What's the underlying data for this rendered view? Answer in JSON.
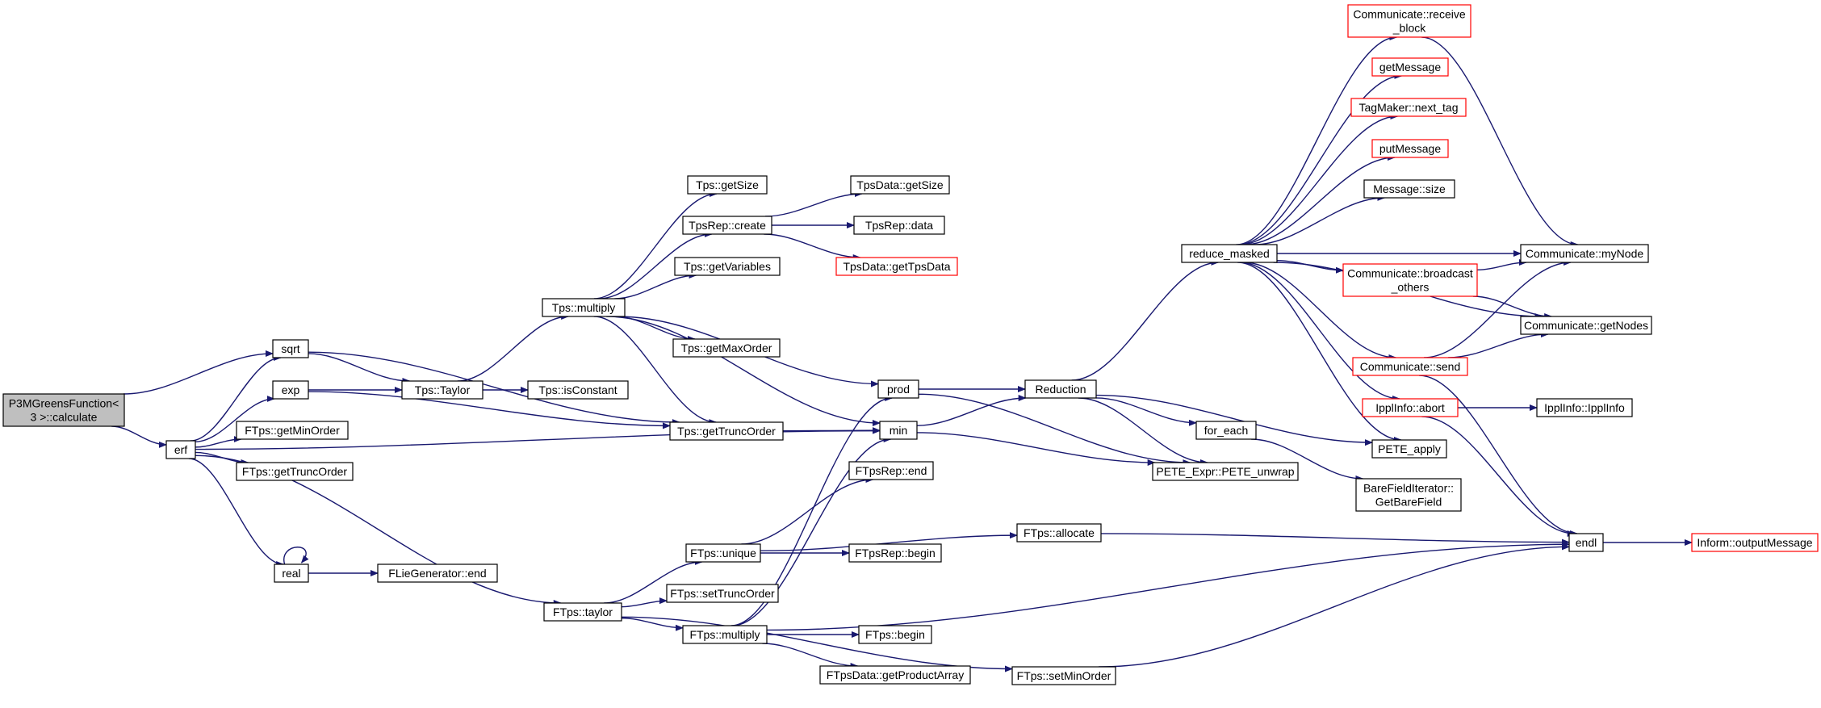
{
  "colors": {
    "edge": "#191970",
    "node_border": "#000000",
    "incomplete_border": "#ff0000",
    "root_fill": "#bfbfbf"
  },
  "nodes": [
    {
      "id": "root",
      "lines": [
        "P3MGreensFunction<",
        " 3 >::calculate"
      ],
      "style": "root"
    },
    {
      "id": "sqrt",
      "lines": [
        "sqrt"
      ]
    },
    {
      "id": "exp",
      "lines": [
        "exp"
      ]
    },
    {
      "id": "erf",
      "lines": [
        "erf"
      ]
    },
    {
      "id": "real",
      "lines": [
        "real"
      ]
    },
    {
      "id": "ftps_getMinOrder",
      "lines": [
        "FTps::getMinOrder"
      ]
    },
    {
      "id": "ftps_getTruncOrder",
      "lines": [
        "FTps::getTruncOrder"
      ]
    },
    {
      "id": "flie_end",
      "lines": [
        "FLieGenerator::end"
      ]
    },
    {
      "id": "tps_taylor",
      "lines": [
        "Tps::Taylor"
      ]
    },
    {
      "id": "tps_isConstant",
      "lines": [
        "Tps::isConstant"
      ]
    },
    {
      "id": "tps_multiply",
      "lines": [
        "Tps::multiply"
      ]
    },
    {
      "id": "tps_getSize",
      "lines": [
        "Tps::getSize"
      ]
    },
    {
      "id": "tpsrep_create",
      "lines": [
        "TpsRep::create"
      ]
    },
    {
      "id": "tps_getVariables",
      "lines": [
        "Tps::getVariables"
      ]
    },
    {
      "id": "tps_getMaxOrder",
      "lines": [
        "Tps::getMaxOrder"
      ]
    },
    {
      "id": "tps_getTruncOrder",
      "lines": [
        "Tps::getTruncOrder"
      ]
    },
    {
      "id": "tpsdata_getSize",
      "lines": [
        "TpsData::getSize"
      ]
    },
    {
      "id": "tpsrep_data",
      "lines": [
        "TpsRep::data"
      ]
    },
    {
      "id": "tpsdata_getTpsData",
      "lines": [
        "TpsData::getTpsData"
      ],
      "style": "red"
    },
    {
      "id": "ftps_taylor",
      "lines": [
        "FTps::taylor"
      ]
    },
    {
      "id": "ftps_unique",
      "lines": [
        "FTps::unique"
      ]
    },
    {
      "id": "ftps_setTruncOrder",
      "lines": [
        "FTps::setTruncOrder"
      ]
    },
    {
      "id": "ftps_multiply",
      "lines": [
        "FTps::multiply"
      ]
    },
    {
      "id": "ftpsrep_end",
      "lines": [
        "FTpsRep::end"
      ]
    },
    {
      "id": "ftpsrep_begin",
      "lines": [
        "FTpsRep::begin"
      ]
    },
    {
      "id": "ftps_begin",
      "lines": [
        "FTps::begin"
      ]
    },
    {
      "id": "ftpsdata_getProductArray",
      "lines": [
        "FTpsData::getProductArray"
      ]
    },
    {
      "id": "ftps_allocate",
      "lines": [
        "FTps::allocate"
      ]
    },
    {
      "id": "ftps_setMinOrder",
      "lines": [
        "FTps::setMinOrder"
      ]
    },
    {
      "id": "prod",
      "lines": [
        "prod"
      ]
    },
    {
      "id": "min",
      "lines": [
        "min"
      ]
    },
    {
      "id": "reduction",
      "lines": [
        "Reduction"
      ]
    },
    {
      "id": "for_each",
      "lines": [
        "for_each"
      ]
    },
    {
      "id": "pete_unwrap",
      "lines": [
        "PETE_Expr::PETE_unwrap"
      ]
    },
    {
      "id": "barefield",
      "lines": [
        "BareFieldIterator::",
        "GetBareField"
      ]
    },
    {
      "id": "reduce_masked",
      "lines": [
        "reduce_masked"
      ]
    },
    {
      "id": "comm_receive_block",
      "lines": [
        "Communicate::receive",
        "_block"
      ],
      "style": "red"
    },
    {
      "id": "getMessage",
      "lines": [
        "getMessage"
      ],
      "style": "red"
    },
    {
      "id": "tagmaker_next_tag",
      "lines": [
        "TagMaker::next_tag"
      ],
      "style": "red"
    },
    {
      "id": "putMessage",
      "lines": [
        "putMessage"
      ],
      "style": "red"
    },
    {
      "id": "message_size",
      "lines": [
        "Message::size"
      ]
    },
    {
      "id": "comm_broadcast_others",
      "lines": [
        "Communicate::broadcast",
        "_others"
      ],
      "style": "red"
    },
    {
      "id": "comm_send",
      "lines": [
        "Communicate::send"
      ],
      "style": "red"
    },
    {
      "id": "ipplinfo_abort",
      "lines": [
        "IpplInfo::abort"
      ],
      "style": "red"
    },
    {
      "id": "pete_apply",
      "lines": [
        "PETE_apply"
      ]
    },
    {
      "id": "comm_myNode",
      "lines": [
        "Communicate::myNode"
      ]
    },
    {
      "id": "comm_getNodes",
      "lines": [
        "Communicate::getNodes"
      ]
    },
    {
      "id": "ipplinfo_ipplinfo",
      "lines": [
        "IpplInfo::IpplInfo"
      ]
    },
    {
      "id": "endl",
      "lines": [
        "endl"
      ]
    },
    {
      "id": "inform_outputMessage",
      "lines": [
        "Inform::outputMessage"
      ],
      "style": "red"
    }
  ],
  "edges": [
    [
      "root",
      "sqrt"
    ],
    [
      "root",
      "erf"
    ],
    [
      "sqrt",
      "tps_taylor"
    ],
    [
      "sqrt",
      "tps_getTruncOrder"
    ],
    [
      "exp",
      "tps_taylor"
    ],
    [
      "exp",
      "tps_getTruncOrder"
    ],
    [
      "erf",
      "sqrt"
    ],
    [
      "erf",
      "exp"
    ],
    [
      "erf",
      "ftps_getMinOrder"
    ],
    [
      "erf",
      "ftps_getTruncOrder"
    ],
    [
      "erf",
      "real"
    ],
    [
      "erf",
      "min"
    ],
    [
      "erf",
      "ftps_taylor"
    ],
    [
      "real",
      "real"
    ],
    [
      "real",
      "flie_end"
    ],
    [
      "tps_taylor",
      "tps_isConstant"
    ],
    [
      "tps_taylor",
      "tps_multiply"
    ],
    [
      "tps_multiply",
      "tps_getSize"
    ],
    [
      "tps_multiply",
      "tpsrep_create"
    ],
    [
      "tps_multiply",
      "tps_getVariables"
    ],
    [
      "tps_multiply",
      "tps_getMaxOrder"
    ],
    [
      "tps_multiply",
      "tps_getTruncOrder"
    ],
    [
      "tps_multiply",
      "prod"
    ],
    [
      "tps_multiply",
      "min"
    ],
    [
      "tpsrep_create",
      "tpsdata_getSize"
    ],
    [
      "tpsrep_create",
      "tpsrep_data"
    ],
    [
      "tpsrep_create",
      "tpsdata_getTpsData"
    ],
    [
      "tps_getTruncOrder",
      "min"
    ],
    [
      "ftps_taylor",
      "ftps_unique"
    ],
    [
      "ftps_taylor",
      "ftps_setTruncOrder"
    ],
    [
      "ftps_taylor",
      "ftps_multiply"
    ],
    [
      "ftps_taylor",
      "ftps_setMinOrder"
    ],
    [
      "ftps_unique",
      "ftpsrep_end"
    ],
    [
      "ftps_unique",
      "ftpsrep_begin"
    ],
    [
      "ftps_unique",
      "ftps_allocate"
    ],
    [
      "ftps_multiply",
      "prod"
    ],
    [
      "ftps_multiply",
      "min"
    ],
    [
      "ftps_multiply",
      "ftps_begin"
    ],
    [
      "ftps_multiply",
      "ftpsdata_getProductArray"
    ],
    [
      "ftps_multiply",
      "endl"
    ],
    [
      "ftps_allocate",
      "endl"
    ],
    [
      "ftps_setMinOrder",
      "endl"
    ],
    [
      "prod",
      "reduction"
    ],
    [
      "prod",
      "pete_unwrap"
    ],
    [
      "min",
      "reduction"
    ],
    [
      "min",
      "pete_unwrap"
    ],
    [
      "reduction",
      "reduce_masked"
    ],
    [
      "reduction",
      "for_each"
    ],
    [
      "reduction",
      "pete_unwrap"
    ],
    [
      "reduction",
      "pete_apply"
    ],
    [
      "for_each",
      "barefield"
    ],
    [
      "reduce_masked",
      "comm_receive_block"
    ],
    [
      "reduce_masked",
      "getMessage"
    ],
    [
      "reduce_masked",
      "tagmaker_next_tag"
    ],
    [
      "reduce_masked",
      "putMessage"
    ],
    [
      "reduce_masked",
      "message_size"
    ],
    [
      "reduce_masked",
      "comm_myNode"
    ],
    [
      "reduce_masked",
      "comm_broadcast_others"
    ],
    [
      "reduce_masked",
      "comm_getNodes"
    ],
    [
      "reduce_masked",
      "comm_send"
    ],
    [
      "reduce_masked",
      "ipplinfo_abort"
    ],
    [
      "reduce_masked",
      "pete_apply"
    ],
    [
      "comm_receive_block",
      "comm_myNode"
    ],
    [
      "comm_broadcast_others",
      "comm_myNode"
    ],
    [
      "comm_broadcast_others",
      "comm_getNodes"
    ],
    [
      "comm_send",
      "comm_myNode"
    ],
    [
      "comm_send",
      "comm_getNodes"
    ],
    [
      "comm_send",
      "endl"
    ],
    [
      "ipplinfo_abort",
      "ipplinfo_ipplinfo"
    ],
    [
      "ipplinfo_abort",
      "endl"
    ],
    [
      "endl",
      "inform_outputMessage"
    ]
  ]
}
